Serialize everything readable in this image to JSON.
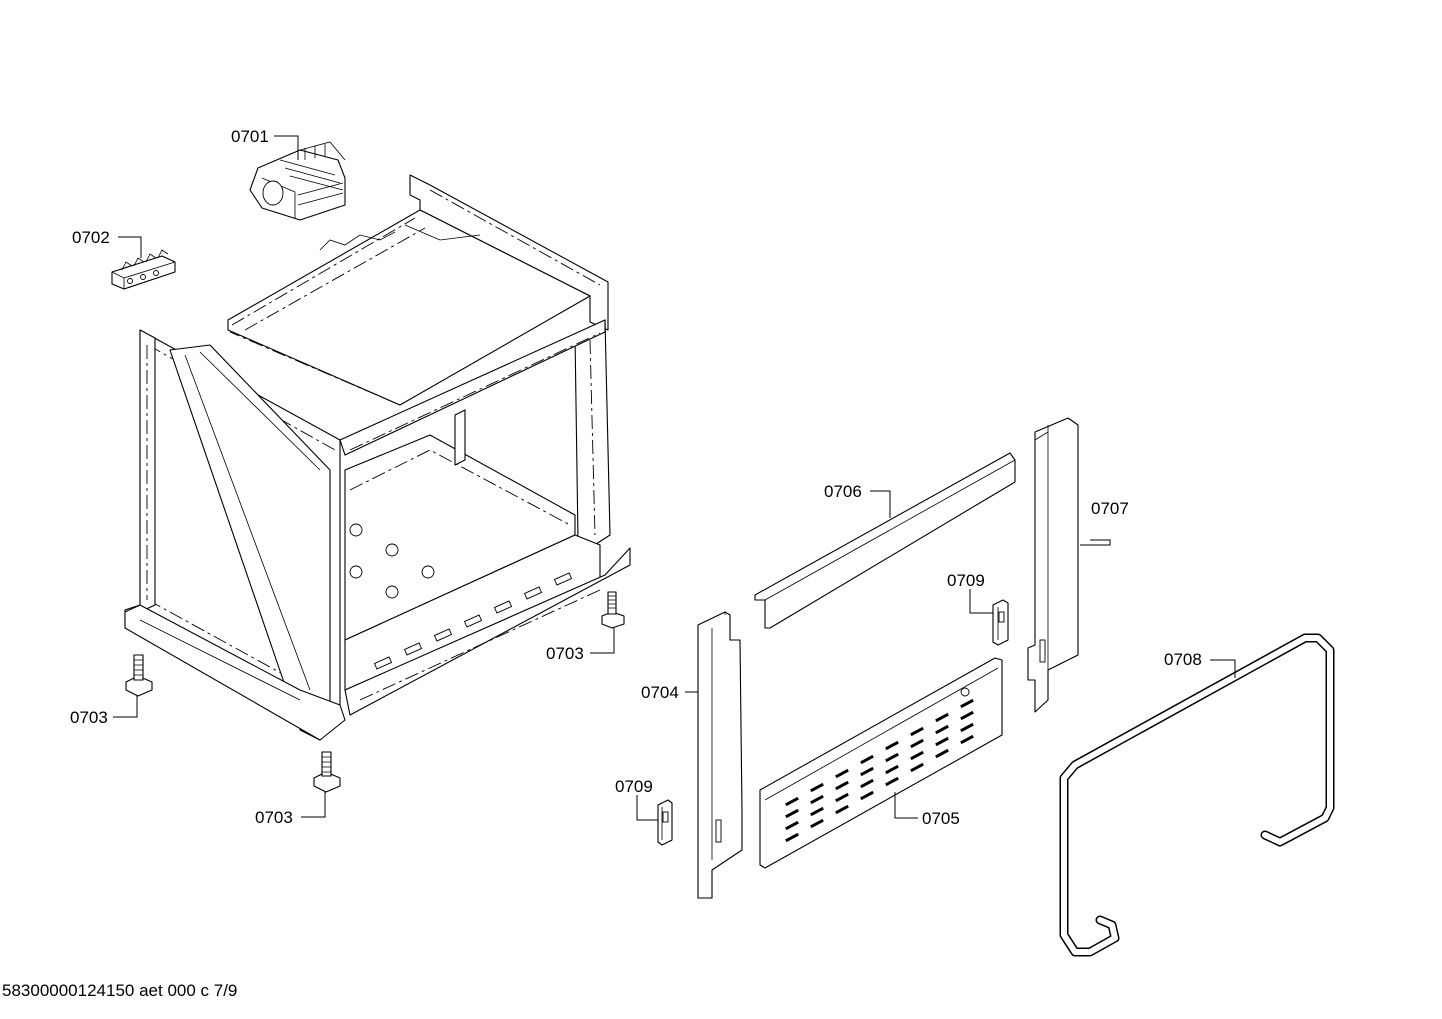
{
  "diagram": {
    "footer_text": "58300000124150 aet 000 c 7/9",
    "callouts": [
      {
        "id": "0701",
        "text": "0701"
      },
      {
        "id": "0702",
        "text": "0702"
      },
      {
        "id": "0703a",
        "text": "0703"
      },
      {
        "id": "0703b",
        "text": "0703"
      },
      {
        "id": "0703c",
        "text": "0703"
      },
      {
        "id": "0704",
        "text": "0704"
      },
      {
        "id": "0705",
        "text": "0705"
      },
      {
        "id": "0706",
        "text": "0706"
      },
      {
        "id": "0707",
        "text": "0707"
      },
      {
        "id": "0708",
        "text": "0708"
      },
      {
        "id": "0709a",
        "text": "0709"
      },
      {
        "id": "0709b",
        "text": "0709"
      }
    ]
  }
}
